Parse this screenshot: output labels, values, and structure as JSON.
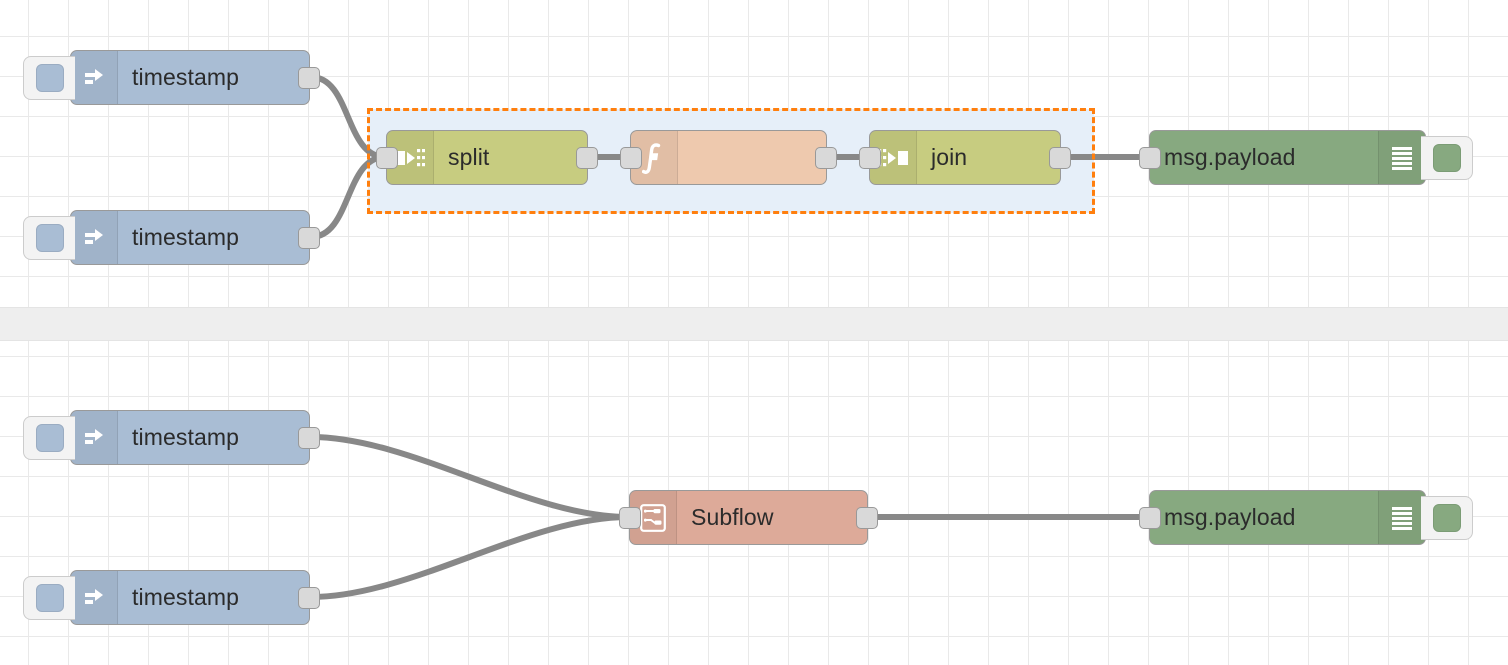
{
  "app": {
    "name": "Node-RED flow editor canvas"
  },
  "canvas": {
    "background": "#ffffff",
    "grid_color": "#e9e9e9",
    "grid_size": 40,
    "separator_band_color": "#eeeeee",
    "wire_color": "#888888"
  },
  "selection": {
    "visible": true,
    "outline_color": "#ff7f0e",
    "fill_color": "#e6eff9",
    "style": "dashed"
  },
  "palette": {
    "inject": "#a9bdd4",
    "split_join": "#c7cc80",
    "function": "#eec9ae",
    "debug": "#87a980",
    "subflow": "#ddaa99",
    "port": "#d9d9d9",
    "node_border": "#999999"
  },
  "flows": [
    {
      "id": "flow-top",
      "nodes": [
        {
          "id": "inject-1",
          "type": "inject",
          "label": "timestamp",
          "icon": "arrow-right-icon",
          "button": "inject-button"
        },
        {
          "id": "inject-2",
          "type": "inject",
          "label": "timestamp",
          "icon": "arrow-right-icon",
          "button": "inject-button"
        },
        {
          "id": "split-1",
          "type": "split",
          "label": "split",
          "icon": "split-icon"
        },
        {
          "id": "func-1",
          "type": "function",
          "label": "",
          "icon": "function-icon"
        },
        {
          "id": "join-1",
          "type": "join",
          "label": "join",
          "icon": "join-icon"
        },
        {
          "id": "debug-1",
          "type": "debug",
          "label": "msg.payload",
          "icon": "debug-lines-icon",
          "button": "debug-toggle-button"
        }
      ]
    },
    {
      "id": "flow-bottom",
      "nodes": [
        {
          "id": "inject-3",
          "type": "inject",
          "label": "timestamp",
          "icon": "arrow-right-icon",
          "button": "inject-button"
        },
        {
          "id": "inject-4",
          "type": "inject",
          "label": "timestamp",
          "icon": "arrow-right-icon",
          "button": "inject-button"
        },
        {
          "id": "subflow-1",
          "type": "subflow",
          "label": "Subflow",
          "icon": "subflow-icon"
        },
        {
          "id": "debug-2",
          "type": "debug",
          "label": "msg.payload",
          "icon": "debug-lines-icon",
          "button": "debug-toggle-button"
        }
      ]
    }
  ]
}
